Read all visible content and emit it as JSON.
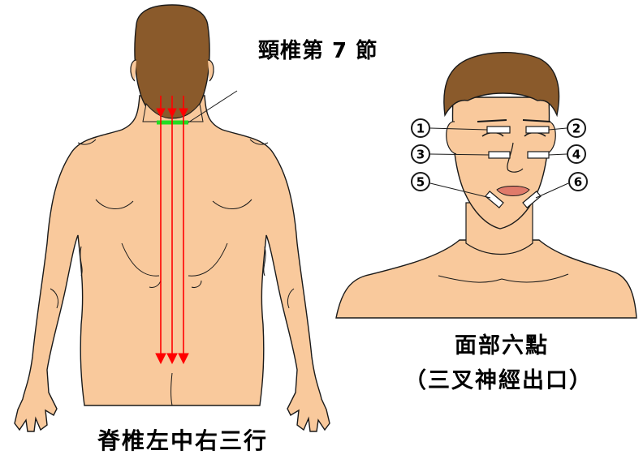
{
  "labels": {
    "cervical": "頸椎第 7 節",
    "face_title": "面部六點",
    "face_subtitle": "（三叉神經出口）",
    "spine_caption": "脊椎左中右三行"
  },
  "face_points": [
    "1",
    "2",
    "3",
    "4",
    "5",
    "6"
  ],
  "colors": {
    "skin": "#f9c99c",
    "hair": "#8a5a2b",
    "outline": "#1a1a1a",
    "arrow": "#ff0000",
    "c7_marker": "#22dd22",
    "lips": "#e07a6a"
  }
}
